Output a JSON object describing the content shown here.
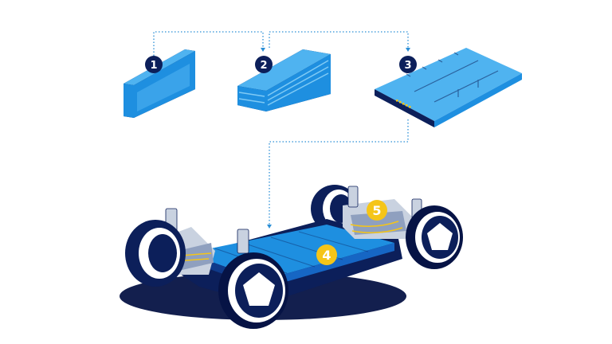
{
  "diagram": {
    "components": [
      {
        "id": 1,
        "label": "1",
        "name": "battery-cell"
      },
      {
        "id": 2,
        "label": "2",
        "name": "battery-module"
      },
      {
        "id": 3,
        "label": "3",
        "name": "battery-pack"
      },
      {
        "id": 4,
        "label": "4",
        "name": "battery-in-chassis"
      },
      {
        "id": 5,
        "label": "5",
        "name": "electric-drive"
      }
    ],
    "colors": {
      "navy": "#0c1f5a",
      "dark_navy": "#061345",
      "blue": "#1e8fe0",
      "light_blue": "#4fb3f0",
      "pale_blue": "#7fcaf5",
      "gray": "#c9d2e0",
      "yellow_badge": "#f5c518",
      "connector": "#2b8fd6"
    }
  }
}
